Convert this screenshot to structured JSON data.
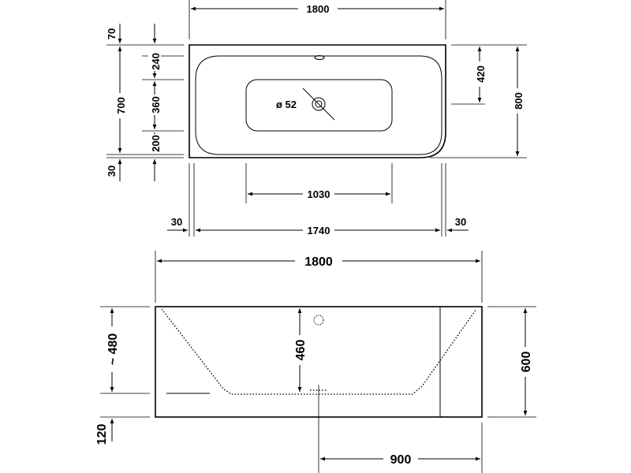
{
  "plan_view": {
    "overall_width": "1800",
    "overall_depth": "800",
    "inner_length": "1740",
    "rim_left": "30",
    "rim_right": "30",
    "floor_length": "1030",
    "drain_offset": "420",
    "drain_diameter": "ø 52",
    "left_dims": {
      "top_gap": "70",
      "zone_top": "240",
      "zone_mid": "360",
      "zone_bottom": "200",
      "bottom_gap": "30",
      "inner_depth": "700"
    }
  },
  "front_view": {
    "overall_width": "1800",
    "height": "600",
    "approx_depth": "~ 480",
    "water_depth": "460",
    "foot_height": "120",
    "drain_position": "900"
  }
}
